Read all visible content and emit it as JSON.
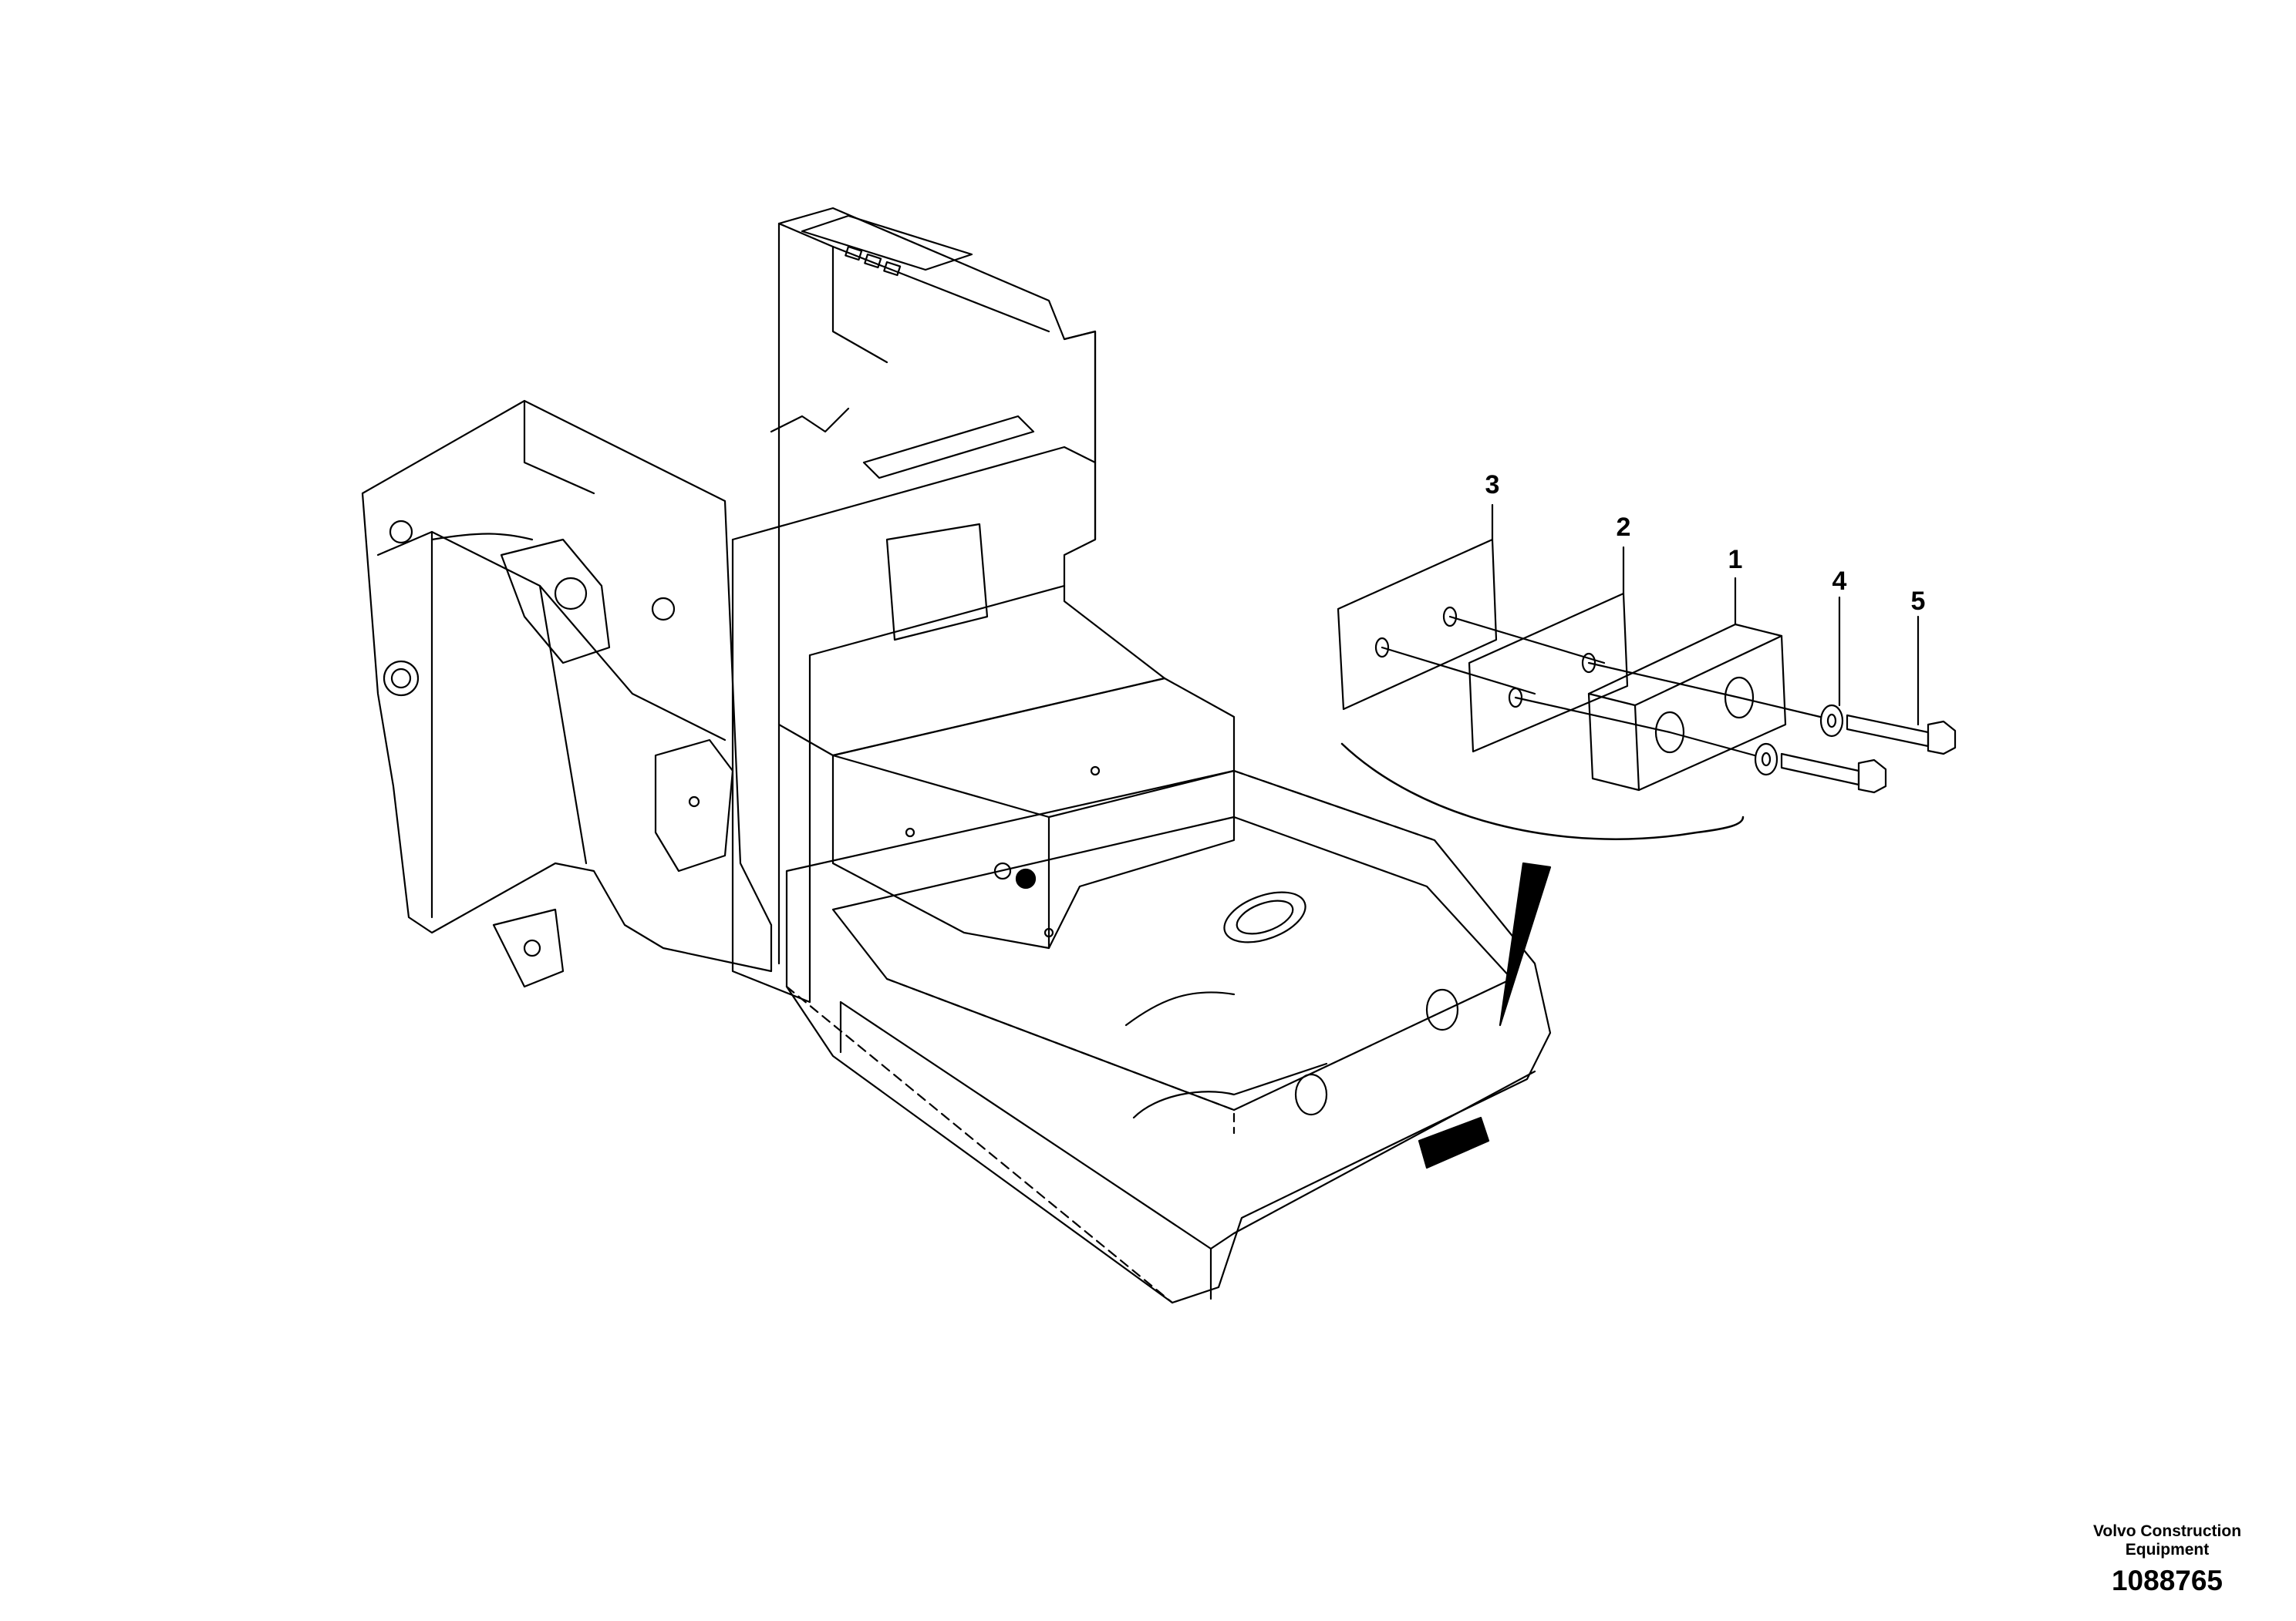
{
  "diagram": {
    "callouts": [
      "3",
      "2",
      "1",
      "4",
      "5"
    ],
    "line_color": "#000000",
    "background": "#ffffff"
  },
  "footer": {
    "manufacturer": "Volvo Construction\nEquipment",
    "drawing_number": "1088765"
  }
}
